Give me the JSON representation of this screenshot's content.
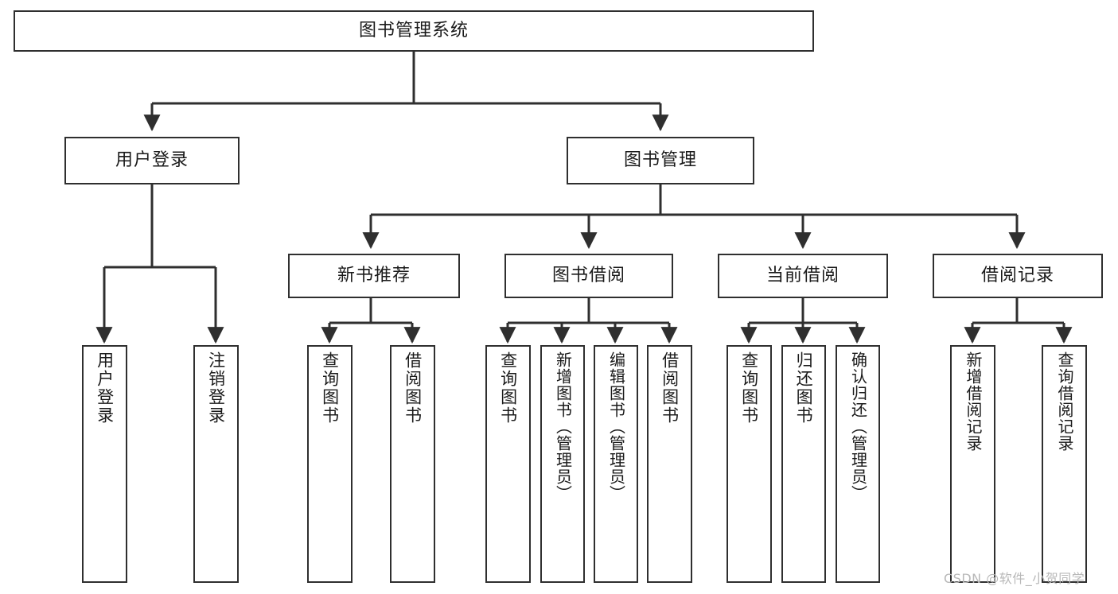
{
  "diagram": {
    "type": "tree",
    "title": "图书管理系统",
    "colors": {
      "background": "#ffffff",
      "box_border": "#2f2f2f",
      "box_fill": "#ffffff",
      "connector": "#2f2f2f",
      "text": "#1a1a1a",
      "watermark": "#b8b8b8"
    },
    "root": {
      "label": "图书管理系统"
    },
    "level2": [
      {
        "label": "用户登录"
      },
      {
        "label": "图书管理"
      }
    ],
    "level3": [
      {
        "label": "新书推荐"
      },
      {
        "label": "图书借阅"
      },
      {
        "label": "当前借阅"
      },
      {
        "label": "借阅记录"
      }
    ],
    "leaves": {
      "user_login": [
        {
          "label": "用户登录"
        },
        {
          "label": "注销登录"
        }
      ],
      "new_book_recommend": [
        {
          "label": "查询图书"
        },
        {
          "label": "借阅图书"
        }
      ],
      "book_borrow": [
        {
          "label": "查询图书"
        },
        {
          "label": "新增图书（管理员）"
        },
        {
          "label": "编辑图书（管理员）"
        },
        {
          "label": "借阅图书"
        }
      ],
      "current_borrow": [
        {
          "label": "查询图书"
        },
        {
          "label": "归还图书"
        },
        {
          "label": "确认归还（管理员）"
        }
      ],
      "borrow_record": [
        {
          "label": "新增借阅记录"
        },
        {
          "label": "查询借阅记录"
        }
      ]
    }
  },
  "watermark": {
    "text": "CSDN @软件_小贺同学"
  }
}
